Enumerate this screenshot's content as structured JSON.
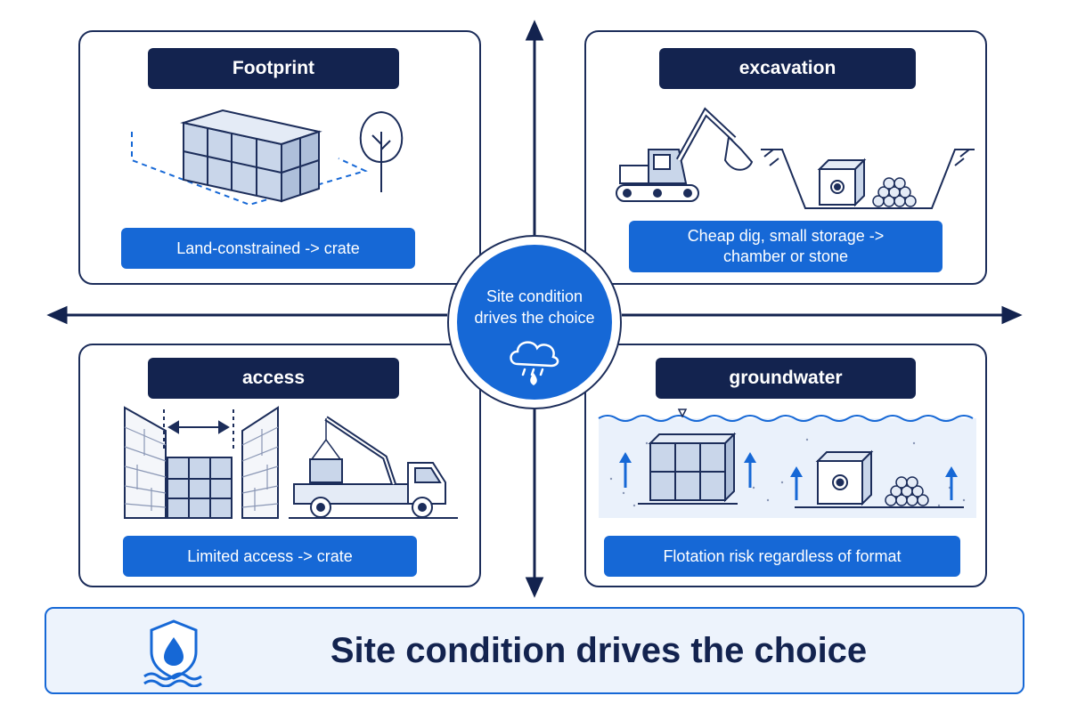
{
  "quadrants": {
    "footprint": {
      "title": "Footprint",
      "label_lines": [
        "Land-constrained -> crate"
      ]
    },
    "excavation": {
      "title": "excavation",
      "label_lines": [
        "Cheap dig, small storage ->",
        "chamber or stone"
      ]
    },
    "access": {
      "title": "access",
      "label_lines": [
        "Limited access -> crate"
      ]
    },
    "groundwater": {
      "title": "groundwater",
      "label_lines": [
        "Flotation risk regardless of format"
      ]
    }
  },
  "center": {
    "text_lines": [
      "Site condition",
      "drives the choice"
    ],
    "icon": "rain-cloud-icon"
  },
  "banner": {
    "title": "Site condition drives the choice",
    "icon": "shield-water-drop-icon"
  },
  "colors": {
    "navy": "#13234f",
    "accent_blue": "#1668d6",
    "light_blue": "#edf3fc",
    "outline": "#1c2d5a"
  },
  "icons": {
    "footprint": [
      "crate-module-icon",
      "tree-icon"
    ],
    "excavation": [
      "excavator-icon",
      "trench-icon",
      "chamber-icon",
      "stone-pile-icon"
    ],
    "access": [
      "brick-wall-icon",
      "width-arrow-icon",
      "crate-module-icon",
      "crane-truck-icon"
    ],
    "groundwater": [
      "water-table-icon",
      "uplift-arrow-icon",
      "crate-module-icon",
      "chamber-icon",
      "stone-pile-icon"
    ]
  }
}
